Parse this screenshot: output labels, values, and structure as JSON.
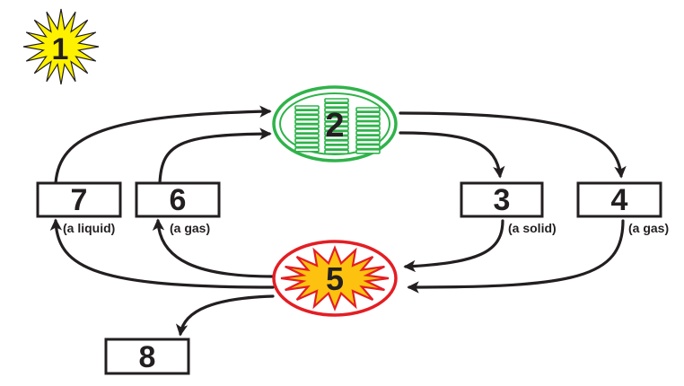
{
  "labels": {
    "n1": "1",
    "n2": "2",
    "n3": "3",
    "n4": "4",
    "n5": "5",
    "n6": "6",
    "n7": "7",
    "n8": "8"
  },
  "states": {
    "s7": "(a liquid)",
    "s6": "(a gas)",
    "s3": "(a solid)",
    "s4": "(a gas)"
  },
  "colors": {
    "stroke": "#231f20",
    "sun_fill": "#fff200",
    "chloroplast_green": "#2fb34a",
    "mito_red": "#e31e24",
    "mito_inner": "#fdc20f"
  }
}
